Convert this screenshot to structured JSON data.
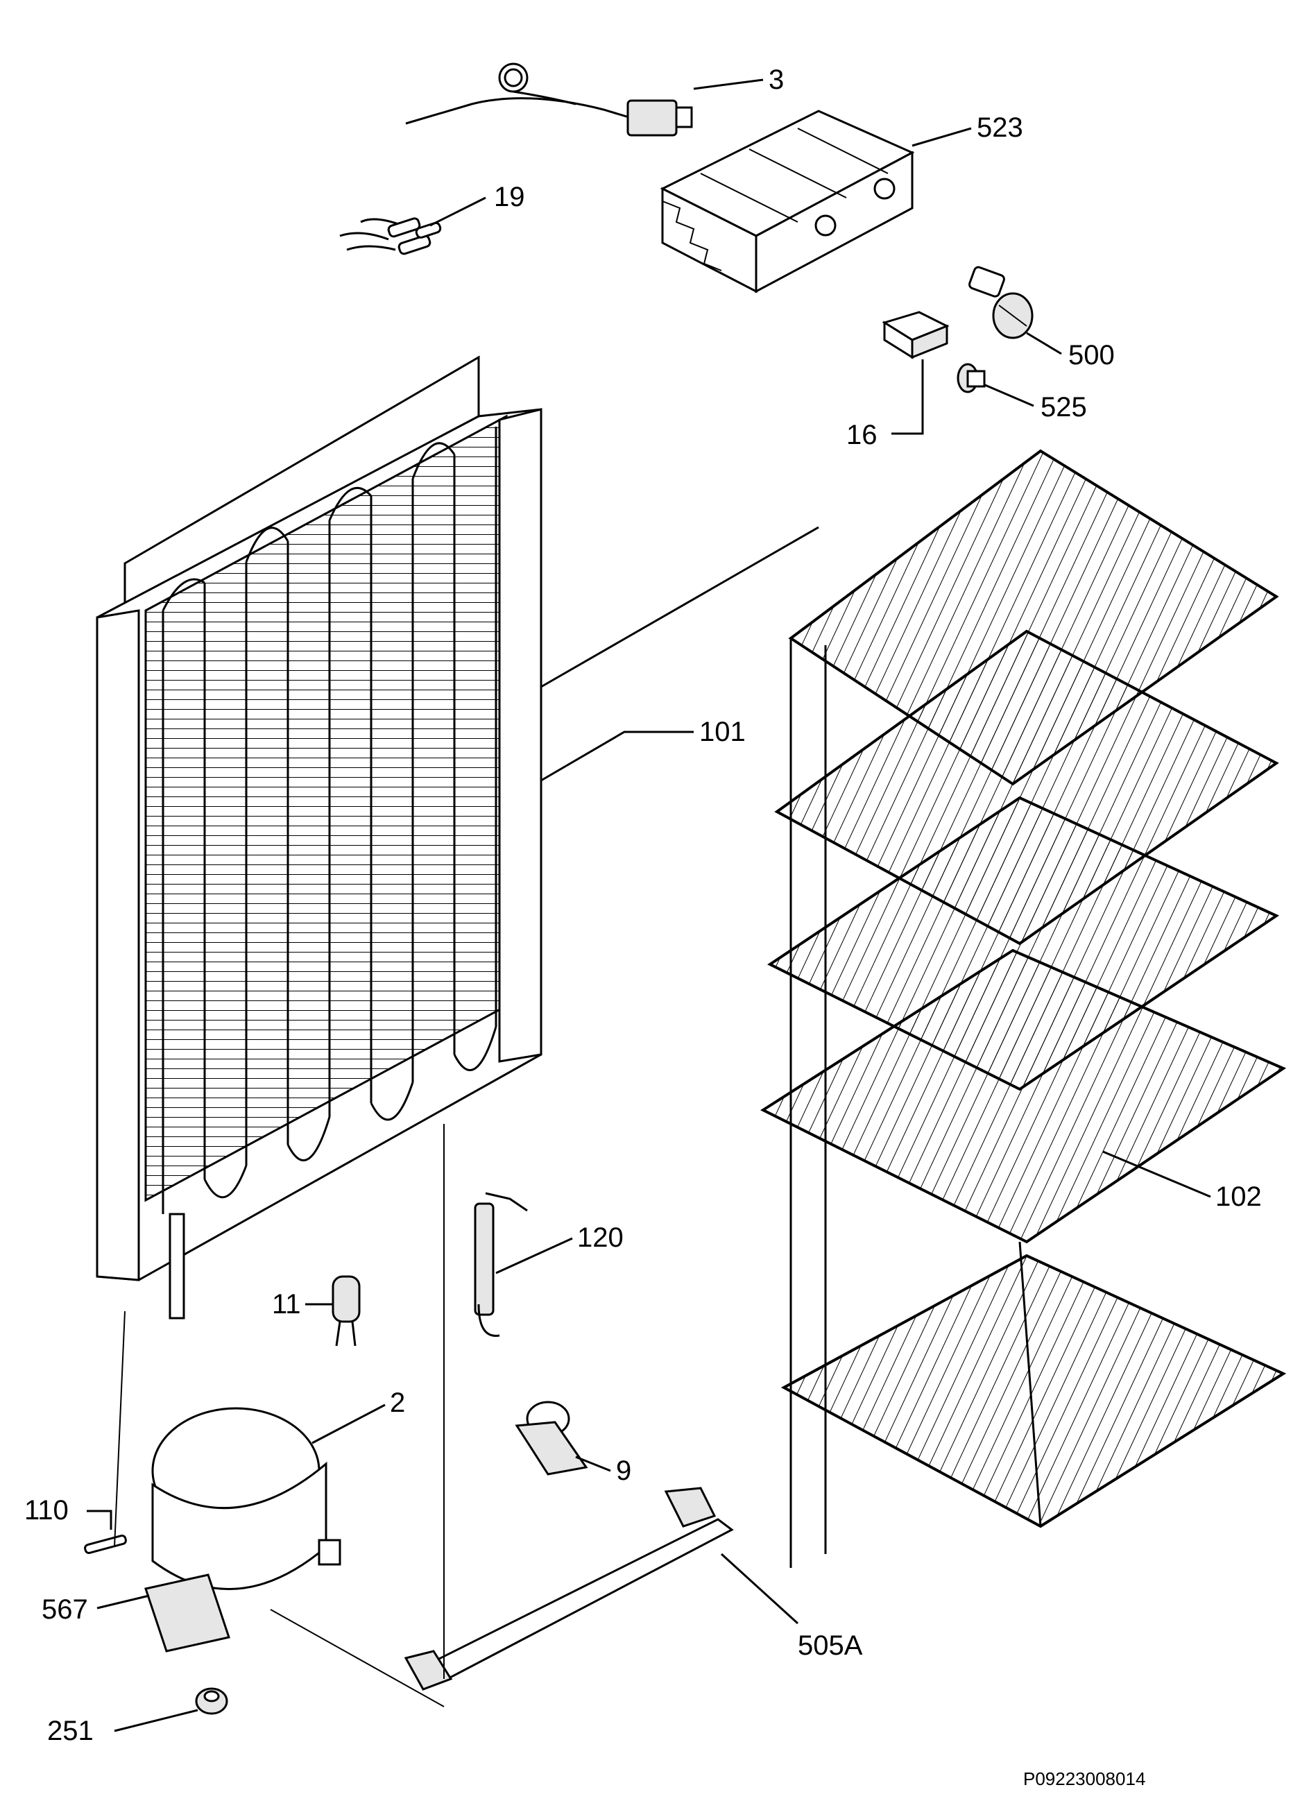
{
  "diagram": {
    "callouts": [
      {
        "id": "3",
        "label": "3"
      },
      {
        "id": "523",
        "label": "523"
      },
      {
        "id": "19",
        "label": "19"
      },
      {
        "id": "500",
        "label": "500"
      },
      {
        "id": "525",
        "label": "525"
      },
      {
        "id": "16",
        "label": "16"
      },
      {
        "id": "101",
        "label": "101"
      },
      {
        "id": "102",
        "label": "102"
      },
      {
        "id": "120",
        "label": "120"
      },
      {
        "id": "11",
        "label": "11"
      },
      {
        "id": "2",
        "label": "2"
      },
      {
        "id": "9",
        "label": "9"
      },
      {
        "id": "110",
        "label": "110"
      },
      {
        "id": "567",
        "label": "567"
      },
      {
        "id": "505A",
        "label": "505A"
      },
      {
        "id": "251",
        "label": "251"
      }
    ],
    "document_id": "P09223008014"
  }
}
